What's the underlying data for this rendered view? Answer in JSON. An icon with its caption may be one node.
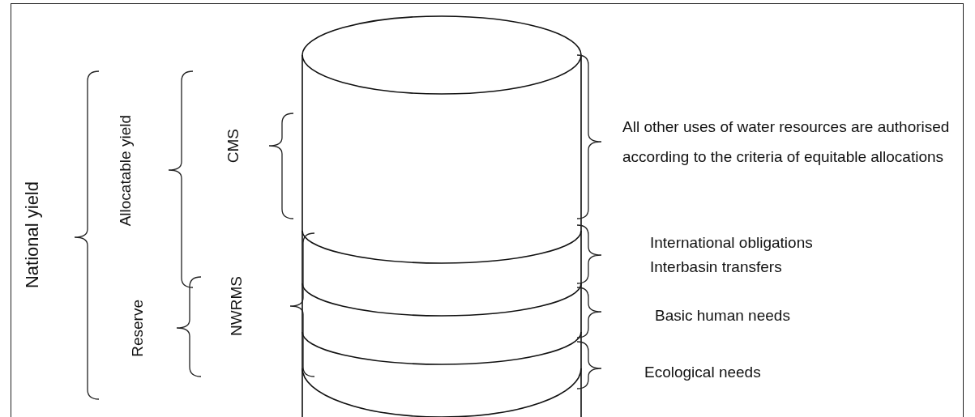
{
  "diagram": {
    "labels": [
      "National yield",
      "Allocatable yield",
      "Reserve",
      "CMS",
      "NWRMS",
      "All other uses of water resources are authorised according to the criteria of equitable allocations",
      "International obligations",
      "Interbasin transfers",
      "Basic human needs",
      "Ecological needs"
    ]
  }
}
